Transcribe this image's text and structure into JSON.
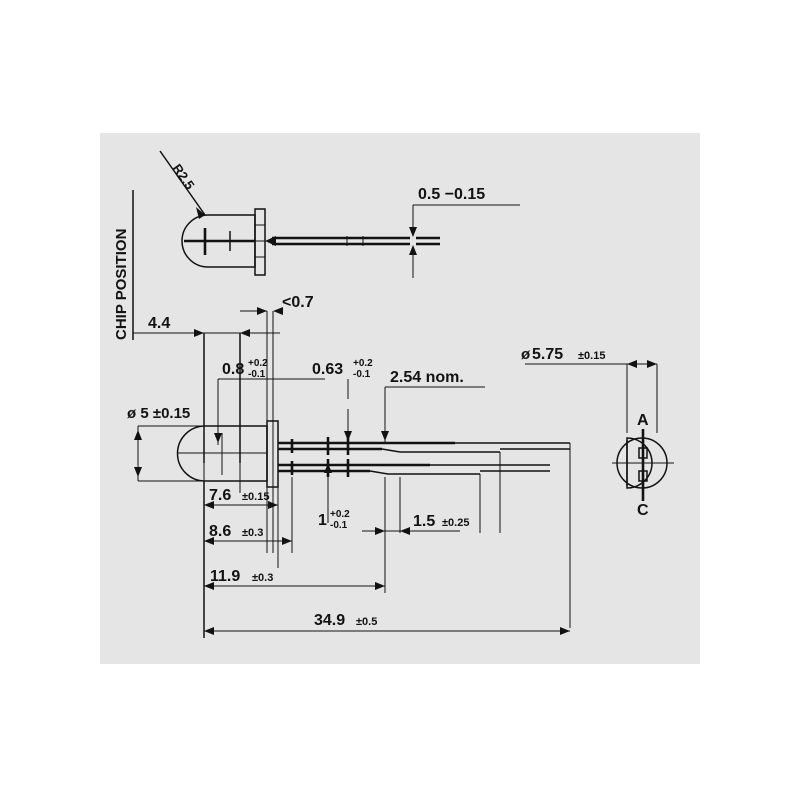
{
  "drawing": {
    "title": "LED mechanical outline drawing",
    "background_color": "#ffffff",
    "canvas_color": "#e5e5e5",
    "line_color": "#121212",
    "annotations": {
      "chip_position": "CHIP POSITION",
      "radius_callout": "R2.5",
      "lead_thickness": "0.5  −0.15",
      "flange_thickness": "<0.7",
      "chip_offset": "4.4",
      "body_diameter": "ø 5 ±0.15",
      "lead_width_upper": "0.8",
      "lead_width_upper_plus": "+0.2",
      "lead_width_upper_minus": "-0.1",
      "lead_width_lower": "0.63",
      "lead_width_lower_plus": "+0.2",
      "lead_width_lower_minus": "-0.1",
      "lead_pitch": "2.54 nom.",
      "lead_spacing": "1",
      "lead_spacing_plus": "+0.2",
      "lead_spacing_minus": "-0.1",
      "body_length_1": "7.6",
      "body_length_1_tol": "±0.15",
      "body_length_2": "8.6",
      "body_length_2_tol": "±0.3",
      "body_length_3": "11.9",
      "body_length_3_tol": "±0.3",
      "total_length": "34.9",
      "total_length_tol": "±0.5",
      "lead_step": "1.5",
      "lead_step_tol": "±0.25",
      "flange_diameter_prefix": "ø",
      "flange_diameter": "5.75",
      "flange_diameter_tol": "±0.15",
      "anode_label": "A",
      "cathode_label": "C"
    }
  }
}
